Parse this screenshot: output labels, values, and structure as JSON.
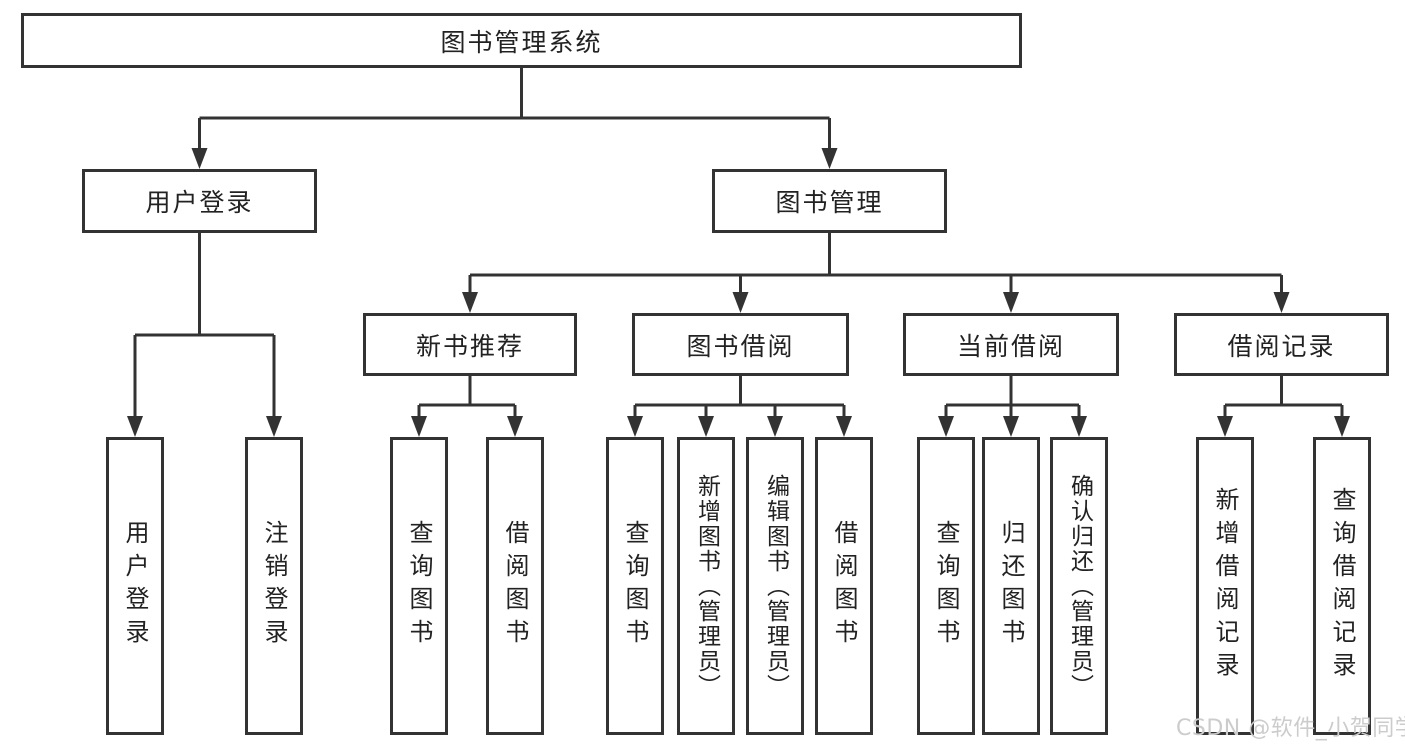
{
  "diagram": {
    "root": {
      "label": "图书管理系统"
    },
    "level2": [
      {
        "label": "用户登录"
      },
      {
        "label": "图书管理"
      }
    ],
    "level3": [
      {
        "label": "新书推荐"
      },
      {
        "label": "图书借阅"
      },
      {
        "label": "当前借阅"
      },
      {
        "label": "借阅记录"
      }
    ],
    "leaves": {
      "user_login": [
        "用户登录",
        "注销登录"
      ],
      "new_book": [
        "查询图书",
        "借阅图书"
      ],
      "book_borrow": [
        "查询图书",
        "新增图书（管理员）",
        "编辑图书（管理员）",
        "借阅图书"
      ],
      "current_borrow": [
        "查询图书",
        "归还图书",
        "确认归还（管理员）"
      ],
      "borrow_record": [
        "新增借阅记录",
        "查询借阅记录"
      ]
    }
  },
  "watermark": {
    "text": "CSDN @软件_小贺同学"
  },
  "colors": {
    "line": "#333333",
    "text": "#222222",
    "watermark": "#cccccc",
    "background": "#ffffff"
  }
}
